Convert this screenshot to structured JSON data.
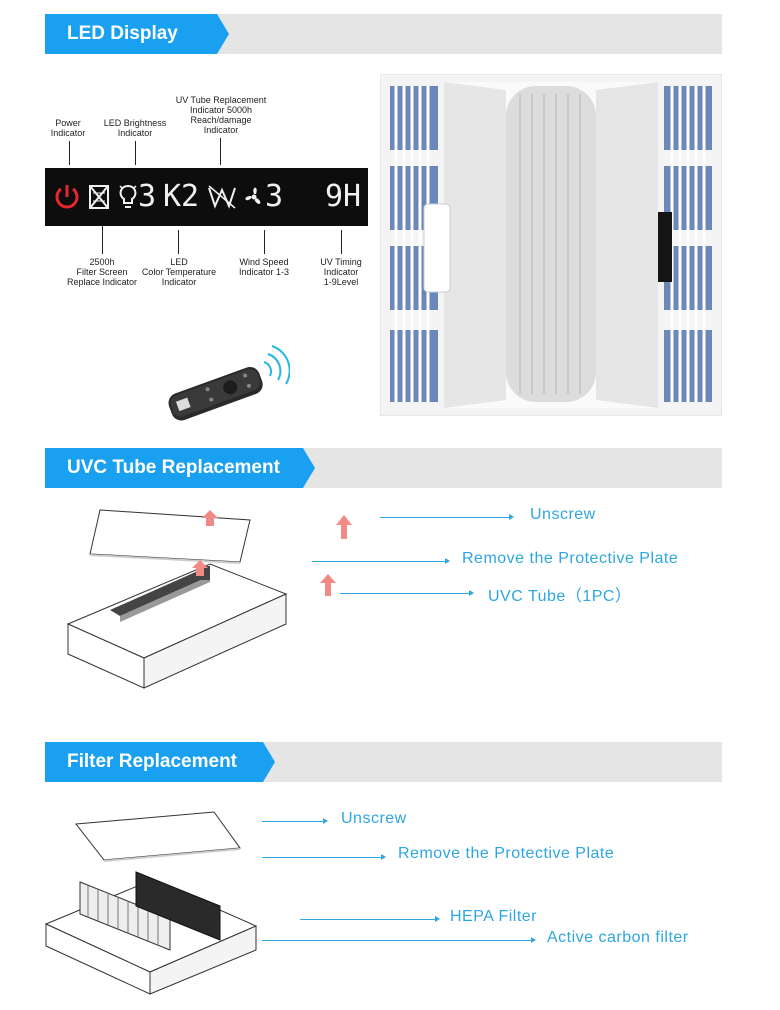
{
  "sections": {
    "led": {
      "title": "LED Display"
    },
    "uvc": {
      "title": "UVC Tube Replacement"
    },
    "filter": {
      "title": "Filter Replacement"
    }
  },
  "led_panel": {
    "brightness_level": "3",
    "color_temp": "K2",
    "wind_speed": "3",
    "timing": "9H",
    "indicator_colors": {
      "power": "#e8262b",
      "digits": "#f0f0f0",
      "panel": "#0d0d0d"
    }
  },
  "top_labels": {
    "power": "Power\nIndicator",
    "brightness": "LED Brightness\nIndicator",
    "uv_tube": "UV Tube Replacement\nIndicator 5000h\nReach/damage\nIndicator"
  },
  "bottom_labels": {
    "filter": "2500h\nFilter Screen\nReplace Indicator",
    "color_temp": "LED\nColor Temperature\nIndicator",
    "wind": "Wind Speed\nIndicator 1-3",
    "timing": "UV Timing\nIndicator\n1-9Level"
  },
  "uvc_steps": {
    "unscrew": "Unscrew",
    "remove_plate": "Remove the Protective Plate",
    "tube": "UVC Tube（1PC）"
  },
  "filter_steps": {
    "unscrew": "Unscrew",
    "remove_plate": "Remove the Protective Plate",
    "hepa": "HEPA Filter",
    "carbon": "Active carbon filter"
  },
  "colors": {
    "accent": "#1aa0f0",
    "band": "#e5e5e5",
    "step_text": "#2ea6e0",
    "arrow_red": "#f08a85"
  }
}
